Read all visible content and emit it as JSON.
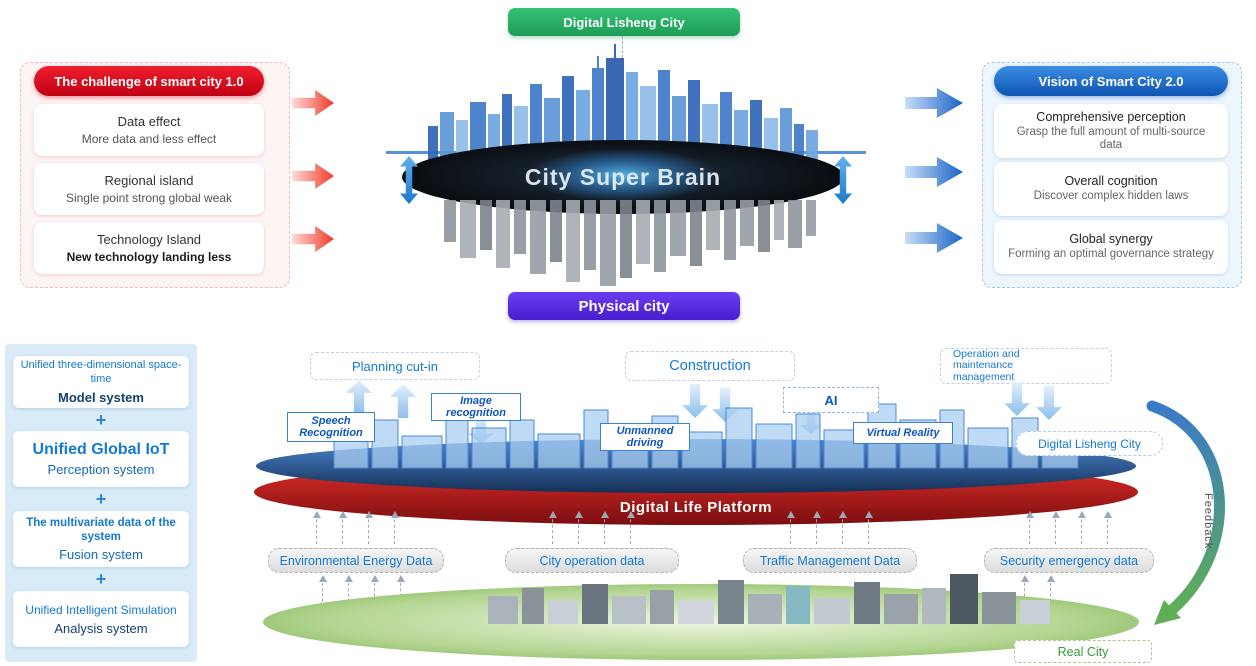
{
  "header": {
    "digital_city": "Digital Lisheng City",
    "physical_city": "Physical city",
    "super_brain": "City Super Brain"
  },
  "challenge": {
    "title": "The challenge of smart city 1.0",
    "items": [
      {
        "title": "Data effect",
        "subtitle": "More data and less effect"
      },
      {
        "title": "Regional island",
        "subtitle": "Single point strong global weak"
      },
      {
        "title": "Technology Island",
        "subtitle": "New technology landing less"
      }
    ]
  },
  "vision": {
    "title": "Vision of Smart City 2.0",
    "items": [
      {
        "title": "Comprehensive perception",
        "subtitle": "Grasp the full amount of multi-source data"
      },
      {
        "title": "Overall cognition",
        "subtitle": "Discover complex hidden laws"
      },
      {
        "title": "Global synergy",
        "subtitle": "Forming an optimal governance strategy"
      }
    ]
  },
  "systems": {
    "plus": "+",
    "items": [
      {
        "line1": "Unified three-dimensional space-time",
        "line2": "Model system"
      },
      {
        "line1": "Unified Global IoT",
        "line2": "Perception system"
      },
      {
        "line1": "The multivariate data of the system",
        "line2": "Fusion system"
      },
      {
        "line1": "Unified Intelligent Simulation",
        "line2": "Analysis system"
      }
    ]
  },
  "phases": [
    {
      "label": "Planning cut-in"
    },
    {
      "label": "Construction"
    },
    {
      "label": "Operation and maintenance management"
    }
  ],
  "technologies": [
    {
      "label": "Speech Recognition"
    },
    {
      "label": "Image recognition"
    },
    {
      "label": "Unmanned driving"
    },
    {
      "label": "AI"
    },
    {
      "label": "Virtual Reality"
    }
  ],
  "platform": {
    "digital_city_label": "Digital Lisheng City",
    "banner": "Digital Life Platform"
  },
  "data_sources": [
    {
      "label": "Environmental Energy Data"
    },
    {
      "label": "City operation data"
    },
    {
      "label": "Traffic Management Data"
    },
    {
      "label": "Security emergency data"
    }
  ],
  "real_city": "Real City",
  "feedback": "Feedback",
  "colors": {
    "challenge_red": "#d90f1f",
    "vision_blue": "#1a6fd0",
    "digital_green": "#27ab62",
    "physical_purple": "#5527e0",
    "platform_red": "#b01616",
    "link_blue": "#1479d2"
  }
}
